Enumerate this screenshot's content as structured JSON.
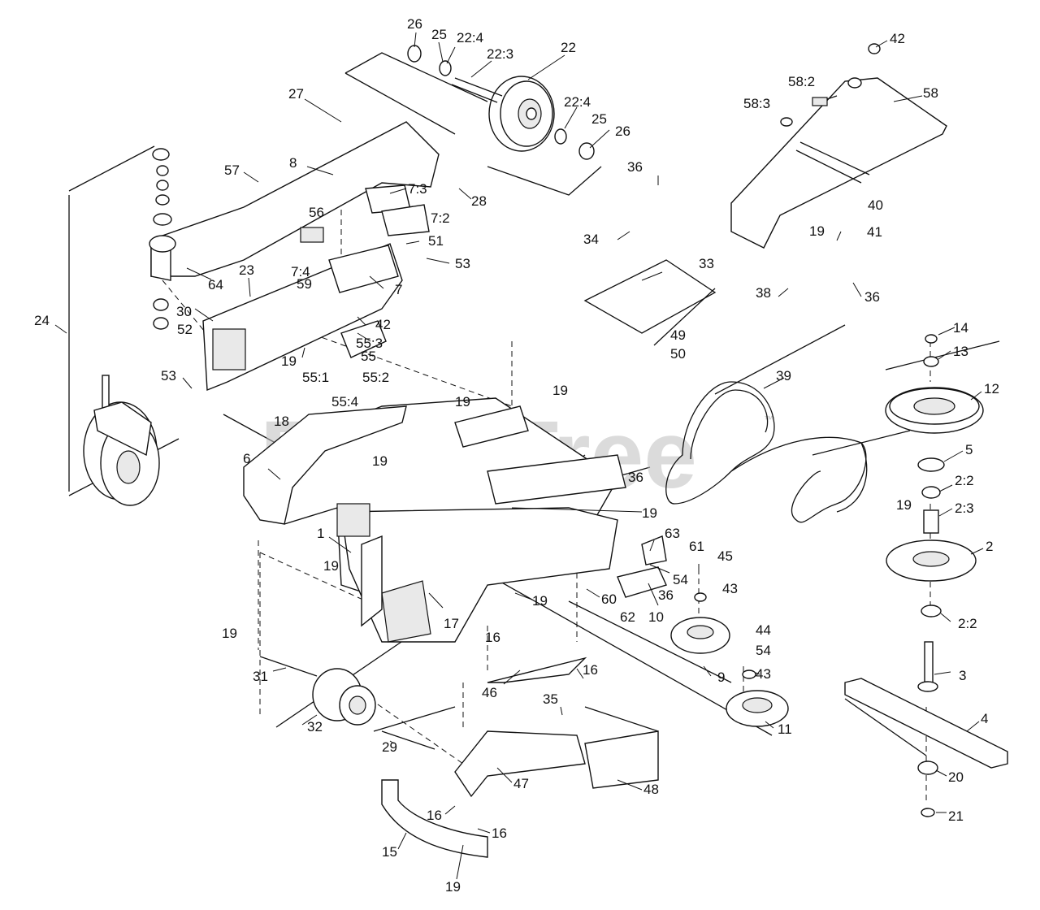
{
  "watermark": {
    "text": "PartsTree",
    "trademark": "™"
  },
  "callouts": {
    "c26a": "26",
    "c25a": "25",
    "c22_4a": "22:4",
    "c22_3": "22:3",
    "c22": "22",
    "c42a": "42",
    "c58_2": "58:2",
    "c58_3": "58:3",
    "c58": "58",
    "c27": "27",
    "c22_4b": "22:4",
    "c25b": "25",
    "c26b": "26",
    "c57": "57",
    "c8": "8",
    "c7_3": "7:3",
    "c28": "28",
    "c36a": "36",
    "c7_2": "7:2",
    "c56": "56",
    "c40": "40",
    "c19a": "19",
    "c41": "41",
    "c34": "34",
    "c51": "51",
    "c53a": "53",
    "c7_4": "7:4",
    "c59": "59",
    "c23": "23",
    "c64": "64",
    "c33": "33",
    "c38": "38",
    "c36b": "36",
    "c7": "7",
    "c30": "30",
    "c24": "24",
    "c52": "52",
    "c42b": "42",
    "c55_3": "55:3",
    "c55": "55",
    "c49": "49",
    "c14": "14",
    "c19b": "19",
    "c50": "50",
    "c13": "13",
    "c55_1": "55:1",
    "c55_2": "55:2",
    "c53b": "53",
    "c39": "39",
    "c55_4": "55:4",
    "c19c": "19",
    "c12": "12",
    "c19d": "19",
    "c18": "18",
    "c5": "5",
    "c6": "6",
    "c19e": "19",
    "c36c": "36",
    "c2_2a": "2:2",
    "c19f": "19",
    "c2_3": "2:3",
    "c19g": "19",
    "c1": "1",
    "c63": "63",
    "c2": "2",
    "c61": "61",
    "c45": "45",
    "c19h": "19",
    "c54a": "54",
    "c36d": "36",
    "c43a": "43",
    "c60": "60",
    "c19i": "19",
    "c62": "62",
    "c10": "10",
    "c2_2b": "2:2",
    "c17": "17",
    "c16a": "16",
    "c19j": "19",
    "c44": "44",
    "c54b": "54",
    "c43b": "43",
    "c3": "3",
    "c31": "31",
    "c16b": "16",
    "c9": "9",
    "c46": "46",
    "c35": "35",
    "c4": "4",
    "c32": "32",
    "c11": "11",
    "c29": "29",
    "c20": "20",
    "c47": "47",
    "c48": "48",
    "c21": "21",
    "c16c": "16",
    "c16d": "16",
    "c15": "15",
    "c19k": "19"
  }
}
